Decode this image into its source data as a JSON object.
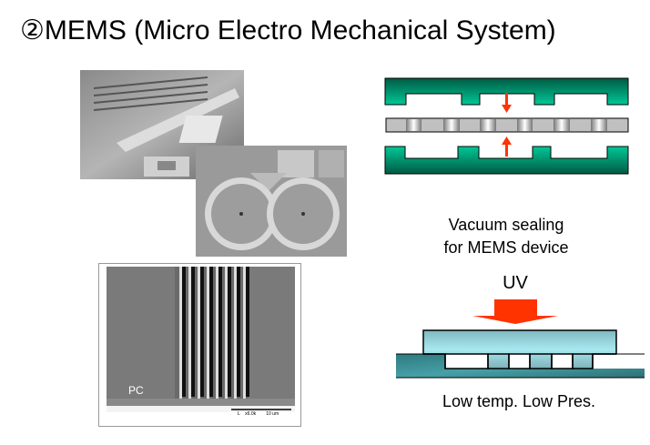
{
  "slide": {
    "title": "②MEMS (Micro Electro Mechanical System)",
    "vacuum_caption_line1": "Vacuum  sealing",
    "vacuum_caption_line2": "for MEMS device",
    "uv_label": "UV",
    "conditions_caption": "Low temp. Low Pres.",
    "sem_photo_label": "PC",
    "sem_scale_text": "L    x6.0k        10 um"
  },
  "colors": {
    "mold_green": "#00c896",
    "arrow_red": "#ff3300",
    "glass_cyan": "#a8e8f0",
    "substrate_teal": "#3f9aa0"
  }
}
